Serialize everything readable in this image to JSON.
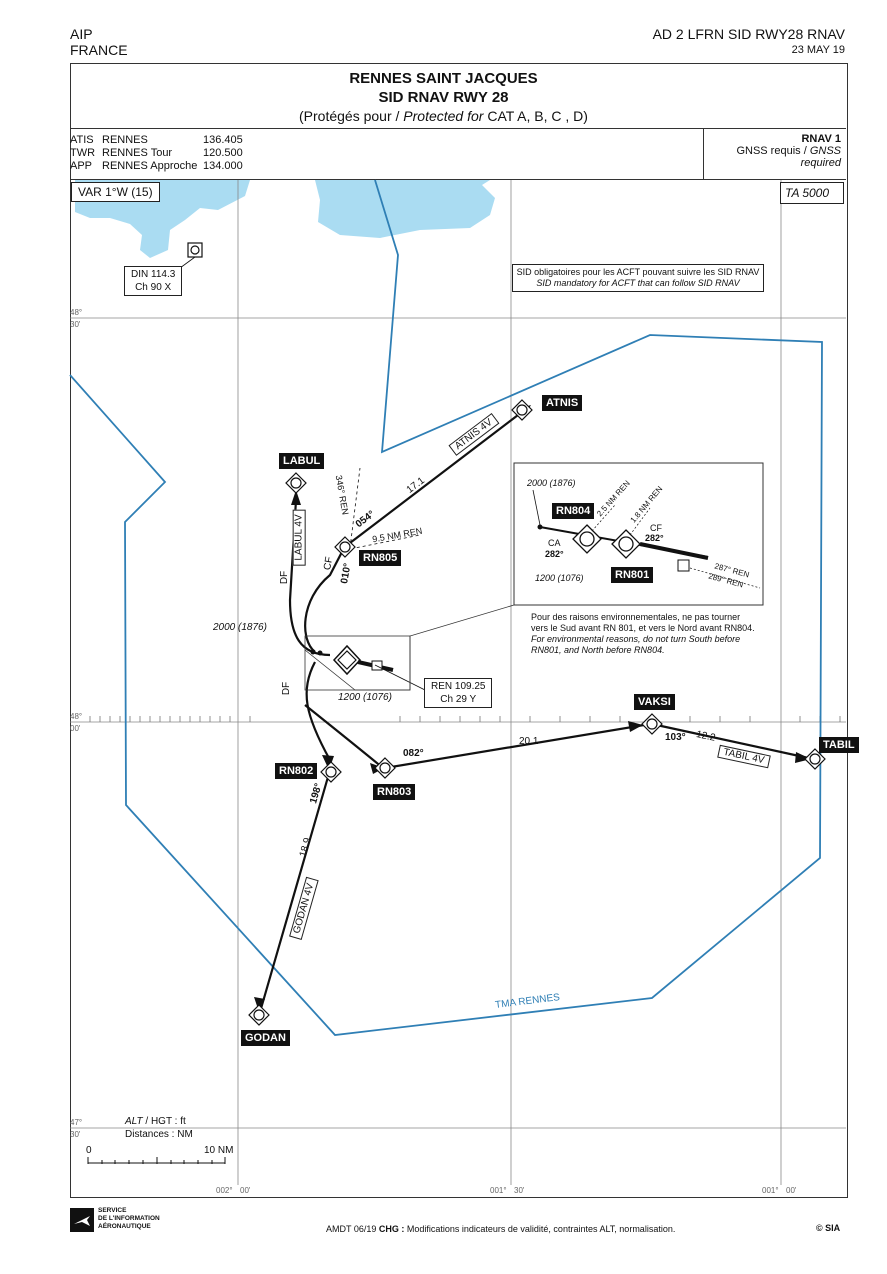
{
  "header": {
    "left_line1": "AIP",
    "left_line2": "FRANCE",
    "right_line1": "AD 2 LFRN SID RWY28 RNAV",
    "right_line2": "23 MAY 19"
  },
  "title": {
    "line1": "RENNES SAINT JACQUES",
    "line2": "SID RNAV RWY 28",
    "line3_prefix": "(Protégés pour / ",
    "line3_italic": "Protected for",
    "line3_suffix": " CAT A, B, C , D)"
  },
  "comms": [
    {
      "service": "ATIS",
      "name": "RENNES",
      "freq": "136.405"
    },
    {
      "service": "TWR",
      "name": "RENNES Tour",
      "freq": "120.500"
    },
    {
      "service": "APP",
      "name": "RENNES Approche",
      "freq": "134.000"
    }
  ],
  "rnav_box": {
    "title": "RNAV 1",
    "line_prefix": "GNSS requis / ",
    "line_italic": "GNSS required"
  },
  "var_label": "VAR 1°W (15)",
  "ta_label": "TA  5000",
  "din_box": {
    "line1": "DIN 114.3",
    "line2": "Ch 90 X"
  },
  "ren_box": {
    "line1": "REN 109.25",
    "line2": "Ch 29 Y"
  },
  "sid_note": {
    "line1": "SID obligatoires pour les ACFT pouvant suivre les SID RNAV",
    "line2": "SID mandatory for ACFT that can follow SID RNAV"
  },
  "env_note": {
    "fr1": "Pour des raisons environnementales, ne pas tourner",
    "fr2": "vers le Sud avant RN 801, et vers le Nord avant RN804.",
    "en1": "For environmental reasons, do not turn South before",
    "en2": "RN801, and North before RN804."
  },
  "waypoints": {
    "labul": "LABUL",
    "atnis": "ATNIS",
    "rn805": "RN805",
    "rn804": "RN804",
    "rn801": "RN801",
    "vaksi": "VAKSI",
    "tabil": "TABIL",
    "rn802": "RN802",
    "rn803": "RN803",
    "godan": "GODAN"
  },
  "route_labels": {
    "atnis_4v": "ATNIS 4V",
    "labul_4v": "LABUL 4V",
    "tabil_4v": "TABIL 4V",
    "godan_4v": "GODAN 4V",
    "dist_17_1": "17.1",
    "dist_20_1": "20.1",
    "dist_12_2": "12.2",
    "dist_18_9": "18.9",
    "hdg_054": "054°",
    "hdg_010": "010°",
    "hdg_082": "082°",
    "hdg_103": "103°",
    "hdg_198": "198°",
    "df1": "DF",
    "df2": "DF",
    "cf": "CF",
    "ren_346": "346° REN",
    "ren_9_5": "9.5 NM REN",
    "alt_2000": "2000 (1876)",
    "alt_1200": "1200 (1076)"
  },
  "inset_labels": {
    "alt_2000": "2000 (1876)",
    "alt_1200": "1200 (1076)",
    "ca": "CA",
    "hdg_282a": "282°",
    "hdg_282b": "282°",
    "cf": "CF",
    "ren_2_5": "2.5 NM REN",
    "ren_1_8": "1.8 NM REN",
    "ren_287": "287° REN",
    "ren_289": "289° REN"
  },
  "tma_label": "TMA RENNES",
  "grid": {
    "lat_48_30_deg": "48°",
    "lat_48_30_min": "30'",
    "lat_48_00_deg": "48°",
    "lat_48_00_min": "00'",
    "lat_47_30_deg": "47°",
    "lat_47_30_min": "30'",
    "lon_002": "002°",
    "lon_002_min": "00'",
    "lon_001_30": "001°",
    "lon_001_30_min": "30'",
    "lon_001_00": "001°",
    "lon_001_00_min": "00'"
  },
  "legend": {
    "alt_prefix": "ALT",
    "alt_suffix": " / HGT : ft",
    "distances": "Distances : NM",
    "scale_zero": "0",
    "scale_ten": "10 NM"
  },
  "footer": {
    "org1": "SERVICE",
    "org2": "DE L'INFORMATION",
    "org3": "AÉRONAUTIQUE",
    "amdt_prefix": "AMDT 06/19 ",
    "amdt_bold": "CHG :",
    "amdt_text": " Modifications indicateurs de validité, contraintes ALT, normalisation.",
    "copyright": "© SIA"
  },
  "colors": {
    "tma": "#2f7fb5",
    "water": "#aadcf2",
    "route": "#111111"
  }
}
